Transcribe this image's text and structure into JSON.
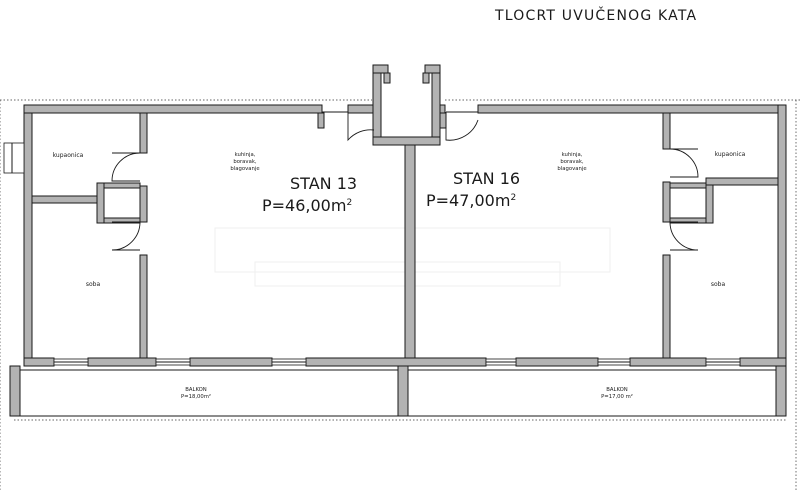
{
  "title": "TLOCRT UVUČENOG KATA",
  "units": [
    {
      "name": "STAN 13",
      "area": "P=46,00m",
      "area_unit_sup": "2"
    },
    {
      "name": "STAN 16",
      "area": "P=47,00m",
      "area_unit_sup": "2"
    }
  ],
  "rooms": {
    "bathroom_left": "kupaonica",
    "bathroom_right": "kupaonica",
    "bedroom_left": "soba",
    "bedroom_right": "soba",
    "living_left": [
      "kuhinja,",
      "boravak,",
      "blagovanje"
    ],
    "living_right": [
      "kuhinja,",
      "boravak,",
      "blagovanje"
    ]
  },
  "balconies": [
    {
      "label": "BALKON",
      "area": "P=18,00m²"
    },
    {
      "label": "BALKON",
      "area": "P=17,00 m²"
    }
  ]
}
